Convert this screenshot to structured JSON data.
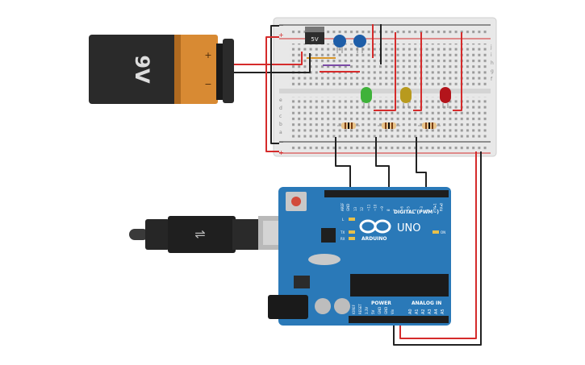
{
  "battery": {
    "voltage_label": "9V",
    "plus": "+",
    "minus": "−"
  },
  "regulator": {
    "label": "5V"
  },
  "breadboard": {
    "row_letters_top": [
      "j",
      "i",
      "h",
      "g",
      "f"
    ],
    "row_letters_bottom": [
      "e",
      "d",
      "c",
      "b",
      "a"
    ],
    "rail_plus": "+",
    "rail_minus": "−"
  },
  "leds": [
    {
      "name": "green",
      "color": "#3fb23a"
    },
    {
      "name": "yellow",
      "color": "#b89a1e"
    },
    {
      "name": "red",
      "color": "#b3141b"
    }
  ],
  "arduino": {
    "model": "UNO",
    "brand": "ARDUINO",
    "digital_header_label": "DIGITAL (PWM~)",
    "power_label": "POWER",
    "analog_label": "ANALOG IN",
    "aref": "AREF",
    "gnd": "GND",
    "digital_pins": [
      "13",
      "12",
      "~11",
      "~10",
      "~9",
      "8",
      "7",
      "~6",
      "~5",
      "4",
      "~3",
      "2",
      "TX▸1",
      "RX◂0"
    ],
    "power_pins": [
      "IOREF",
      "RESET",
      "3.3V",
      "5V",
      "GND",
      "GND",
      "Vin"
    ],
    "analog_pins": [
      "A0",
      "A1",
      "A2",
      "A3",
      "A4",
      "A5"
    ],
    "leds": {
      "l": "L",
      "tx": "TX",
      "rx": "RX",
      "on": "ON"
    }
  },
  "wire_colors": {
    "power": "#d52b2b",
    "ground": "#222222",
    "signal": "#2b2b2b"
  }
}
